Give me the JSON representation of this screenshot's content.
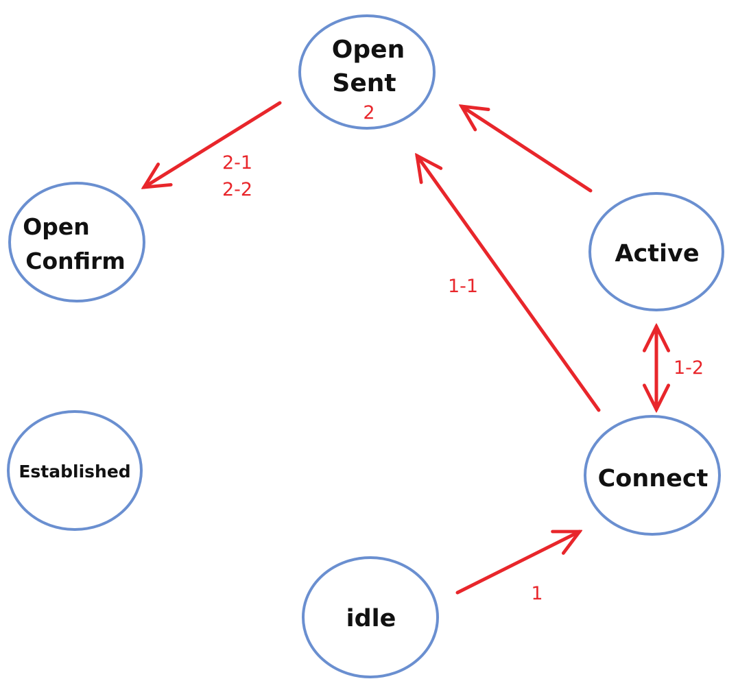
{
  "colors": {
    "node_stroke": "#6a8fd0",
    "edge": "#e8262b",
    "text": "#111111"
  },
  "states": {
    "open_sent": {
      "line1": "Open",
      "line2": "Sent",
      "number": "2"
    },
    "open_confirm": {
      "line1": "Open",
      "line2": "Confirm"
    },
    "active": {
      "label": "Active"
    },
    "established": {
      "label": "Established"
    },
    "connect": {
      "label": "Connect"
    },
    "idle": {
      "label": "idle"
    }
  },
  "transitions": {
    "idle_to_connect": "1",
    "connect_to_open_sent": "1-1",
    "connect_active": "1-2",
    "open_sent_to_open_confirm": [
      "2-1",
      "2-2"
    ]
  }
}
